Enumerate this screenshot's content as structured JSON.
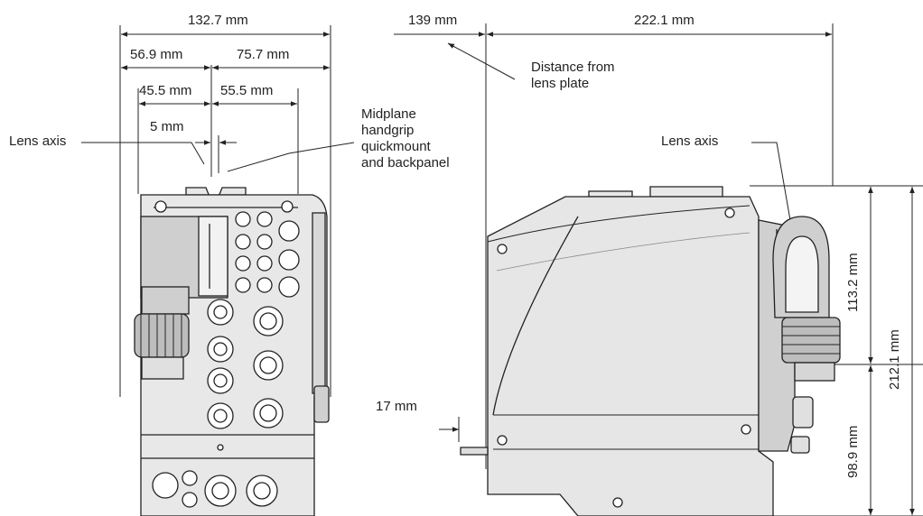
{
  "front_view": {
    "overall_width": "132.7 mm",
    "left_to_axis": "56.9 mm",
    "axis_to_right": "75.7 mm",
    "inner_left": "45.5 mm",
    "inner_right": "55.5 mm",
    "offset": "5 mm",
    "lens_axis": "Lens axis",
    "midplane_lines": [
      "Midplane",
      "handgrip",
      "quickmount",
      "and backpanel"
    ]
  },
  "side_view": {
    "lens_plate_offset": "139 mm",
    "body_length": "222.1 mm",
    "lens_plate_note_lines": [
      "Distance from",
      "lens plate"
    ],
    "lens_axis": "Lens axis",
    "upper_height": "113.2 mm",
    "total_height": "212.1 mm",
    "lower_height": "98.9 mm",
    "foot_offset": "17 mm"
  },
  "colors": {
    "line": "#222222",
    "body_fill": "#e6e6e6",
    "panel_fill": "#d4d4d4",
    "dark_fill": "#9a9a9a"
  }
}
